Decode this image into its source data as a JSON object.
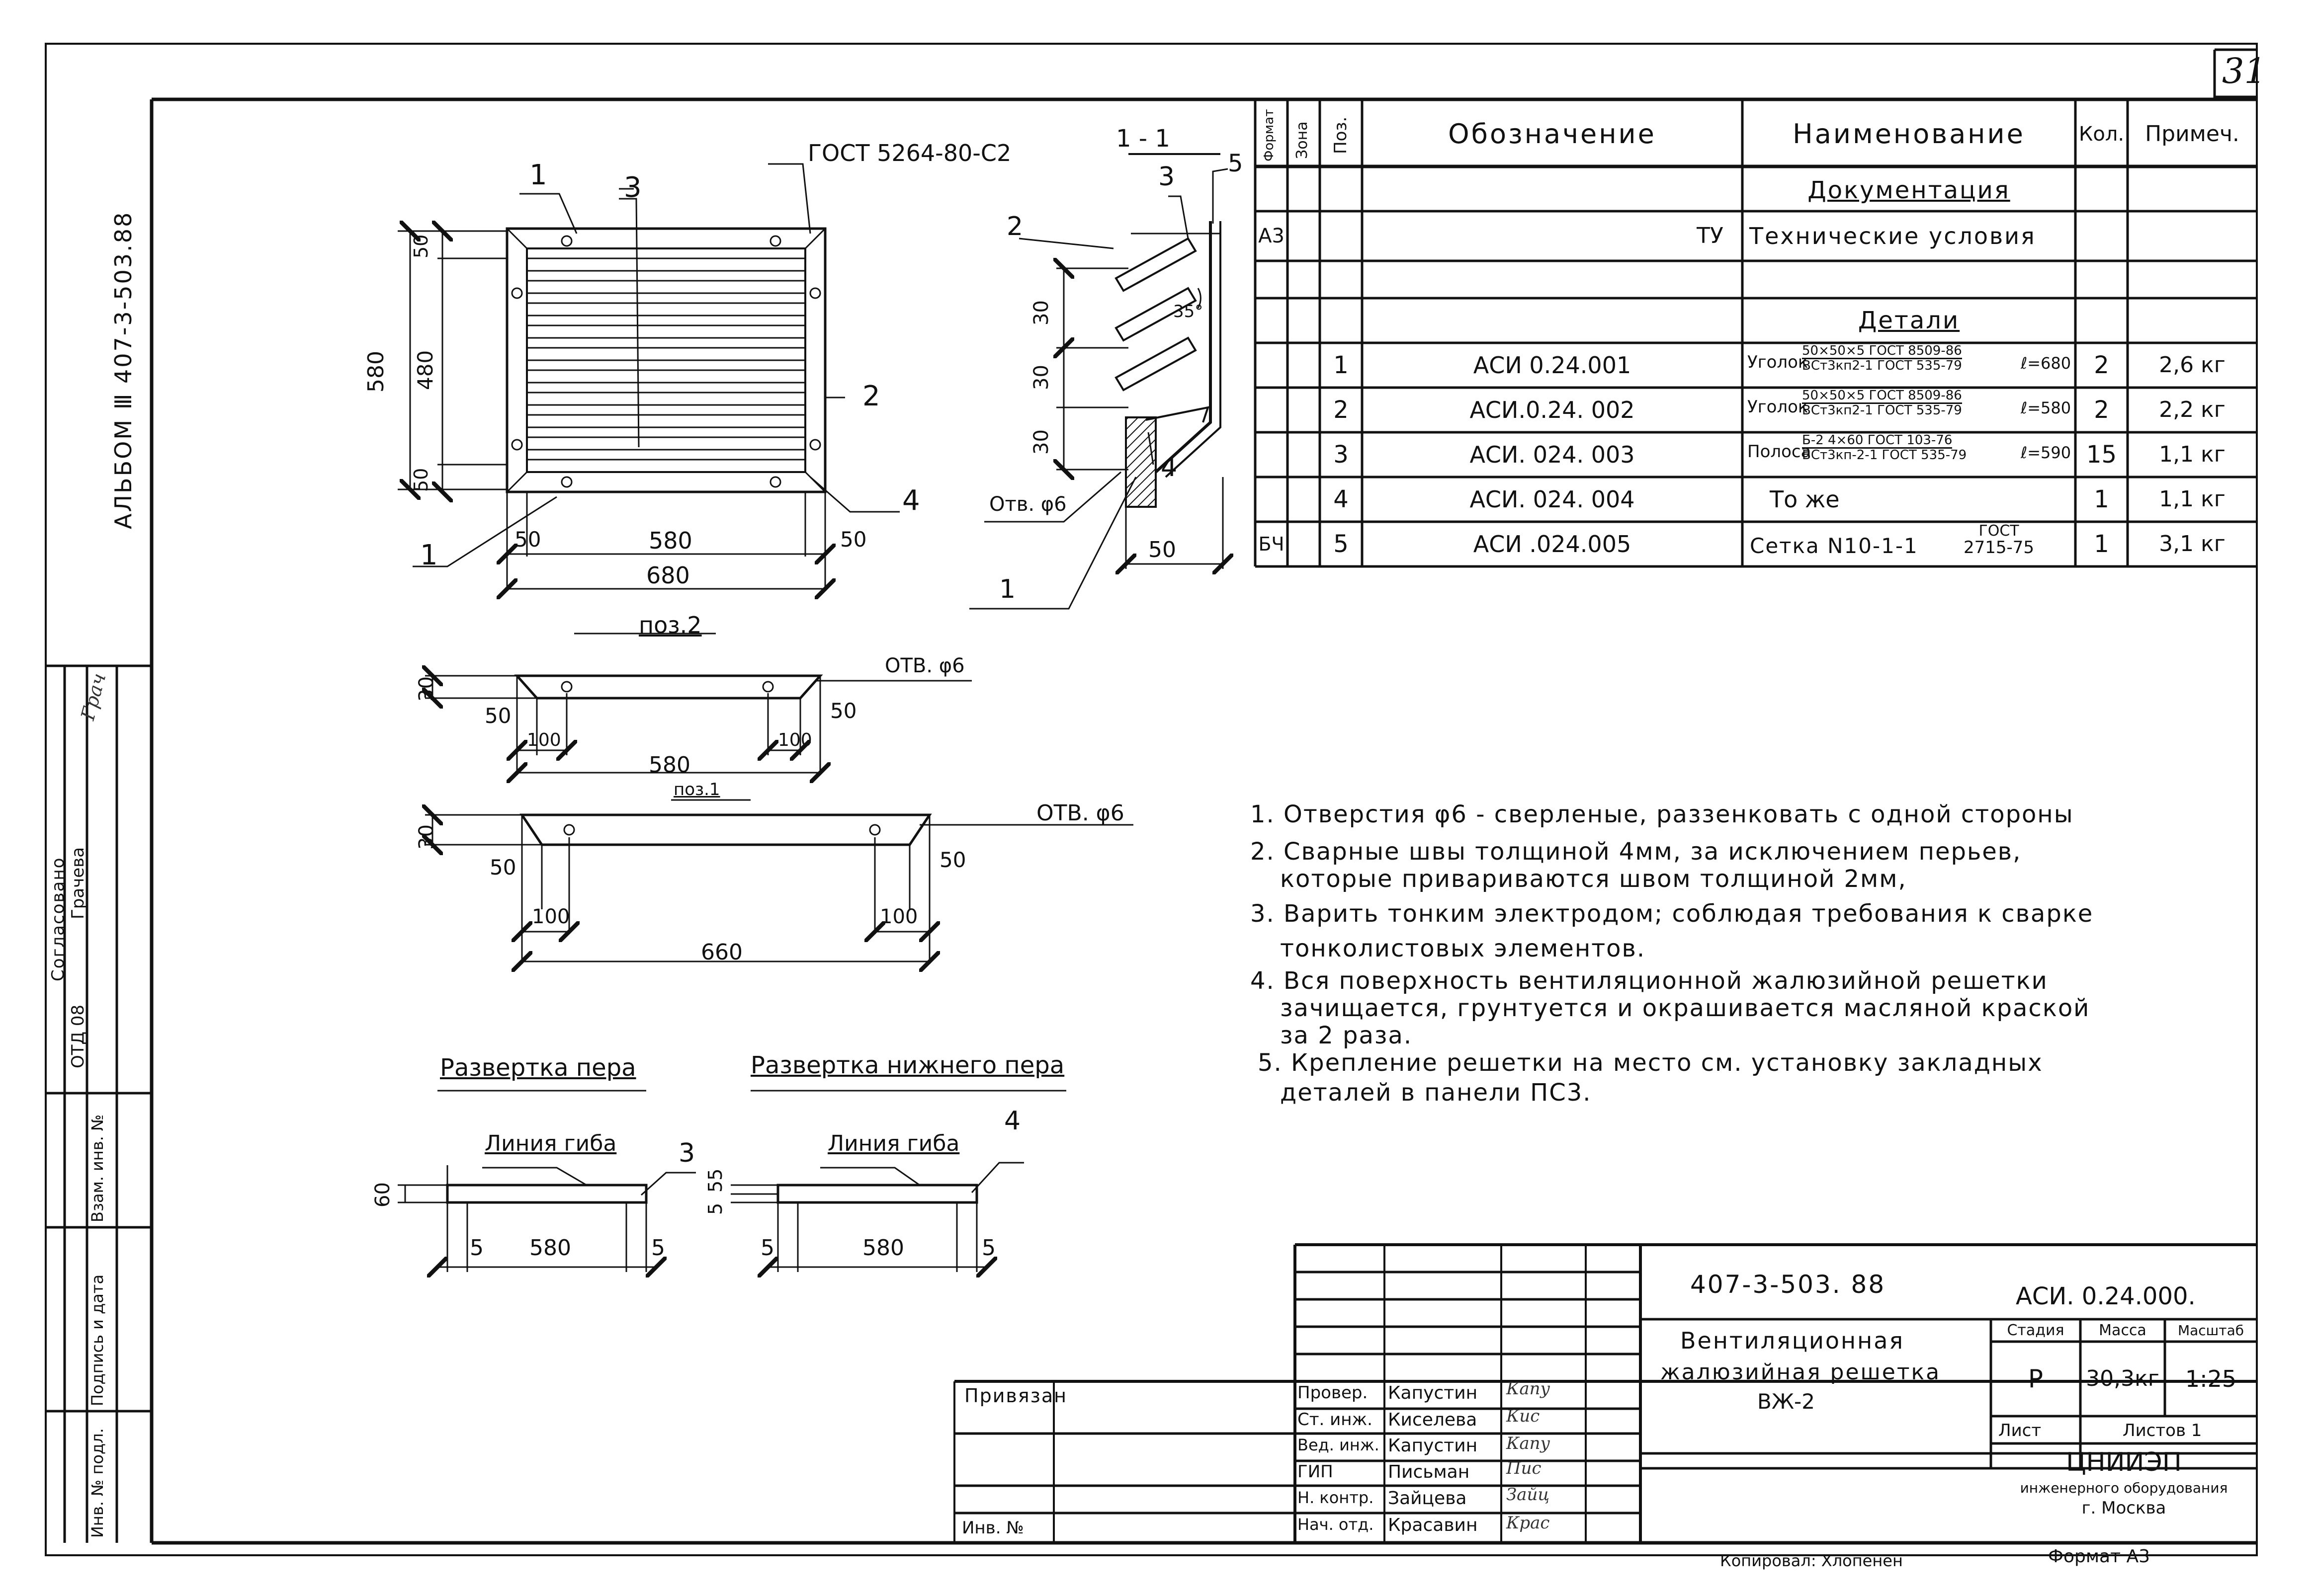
{
  "page_number": "31",
  "album_code": "АЛЬБОМ Ⅲ 407-3-503.88",
  "spec": {
    "headers": [
      "Формат",
      "Зона",
      "Поз.",
      "Обозначение",
      "Наименование",
      "Кол.",
      "Примеч."
    ],
    "section_docs": "Документация",
    "doc_row": {
      "format": "А3",
      "designation": "ТУ",
      "name": "Технические условия"
    },
    "section_parts": "Детали",
    "rows": [
      {
        "pos": "1",
        "format": "",
        "designation": "АСИ 0.24.001",
        "name": "Уголок",
        "frac_top": "50×50×5 ГОСТ 8509-86",
        "frac_bottom": "ВСт3кп2-1 ГОСТ 535-79",
        "length": "ℓ=680",
        "qty": "2",
        "note": "2,6 кг"
      },
      {
        "pos": "2",
        "format": "",
        "designation": "АСИ.0.24. 002",
        "name": "Уголок",
        "frac_top": "50×50×5 ГОСТ 8509-86",
        "frac_bottom": "ВСт3кп2-1 ГОСТ 535-79",
        "length": "ℓ=580",
        "qty": "2",
        "note": "2,2 кг"
      },
      {
        "pos": "3",
        "format": "",
        "designation": "АСИ. 024. 003",
        "name": "Полоса",
        "frac_top": "Б-2 4×60 ГОСТ 103-76",
        "frac_bottom": "ВСт3кп-2-1 ГОСТ 535-79",
        "length": "ℓ=590",
        "qty": "15",
        "note": "1,1 кг"
      },
      {
        "pos": "4",
        "format": "",
        "designation": "АСИ. 024. 004",
        "name": "То же",
        "frac_top": "",
        "frac_bottom": "",
        "length": "",
        "qty": "1",
        "note": "1,1 кг"
      },
      {
        "pos": "5",
        "format": "БЧ",
        "designation": "АСИ .024.005",
        "name": "Сетка N10-1-1",
        "frac_top": "ГОСТ",
        "frac_bottom": "2715-75",
        "length": "",
        "qty": "1",
        "note": "3,1 кг"
      }
    ]
  },
  "drawing": {
    "gost": "ГОСТ 5264-80-С2",
    "section_title": "1 - 1",
    "angle": "35°",
    "hole_label": "Отв. φ6",
    "pos2_title": "поз.2",
    "pos1_title": "поз.1",
    "otv_label": "ОТВ. φ6",
    "razv_pera": "Развертка пера",
    "razv_nizh": "Развертка нижнего пера",
    "liniya_giba": "Линия гиба",
    "callouts": [
      "1",
      "2",
      "3",
      "4",
      "5"
    ],
    "dims": {
      "d50": "50",
      "d480": "480",
      "d580": "580",
      "d680": "680",
      "d30": "30",
      "d100": "100",
      "d660": "660",
      "d60": "60",
      "d5": "5",
      "d55": "55"
    }
  },
  "notes": [
    "1. Отверстия φ6 - сверленые, раззенковать с одной стороны",
    "2. Сварные швы толщиной 4мм, за исключением перьев,",
    "которые привариваются швом толщиной 2мм,",
    "3. Варить тонким электродом; соблюдая требования к сварке",
    "тонколистовых элементов.",
    "4. Вся поверхность вентиляционной жалюзийной решетки",
    "зачищается, грунтуется и окрашивается масляной краской",
    "за 2 раза.",
    "5. Крепление решетки на место см. установку закладных",
    "деталей в панели ПС3."
  ],
  "left_stamp": {
    "soglasovano": "Согласовано",
    "gracheva": "Грачева",
    "otd": "ОТД 08",
    "vzam": "Взам. инв. №",
    "podpis": "Подпись и дата",
    "inv_podl": "Инв. № подл."
  },
  "title_block": {
    "doc_number": "407-3-503. 88",
    "designation": "АСИ. 0.24.000.",
    "title": [
      "Вентиляционная",
      "жалюзийная решетка",
      "ВЖ-2"
    ],
    "stadia_h": "Стадия",
    "massa_h": "Масса",
    "masshtab_h": "Масштаб",
    "stadia": "Р",
    "massa": "30,3кг",
    "masshtab": "1:25",
    "list": "Лист",
    "listov": "Листов 1",
    "org": [
      "ЦНИИЭП",
      "инженерного оборудования",
      "г. Москва"
    ],
    "privyazan": "Привязан",
    "inv_no": "Инв. №",
    "roles": [
      {
        "role": "Провер.",
        "name": "Капустин"
      },
      {
        "role": "Ст. инж.",
        "name": "Киселева"
      },
      {
        "role": "Вед. инж.",
        "name": "Капустин"
      },
      {
        "role": "ГИП",
        "name": "Письман"
      },
      {
        "role": "Н. контр.",
        "name": "Зайцева"
      },
      {
        "role": "Нач. отд.",
        "name": "Красавин"
      }
    ],
    "kopiroval": "Копировал: Хлопенен",
    "format": "Формат А3"
  }
}
